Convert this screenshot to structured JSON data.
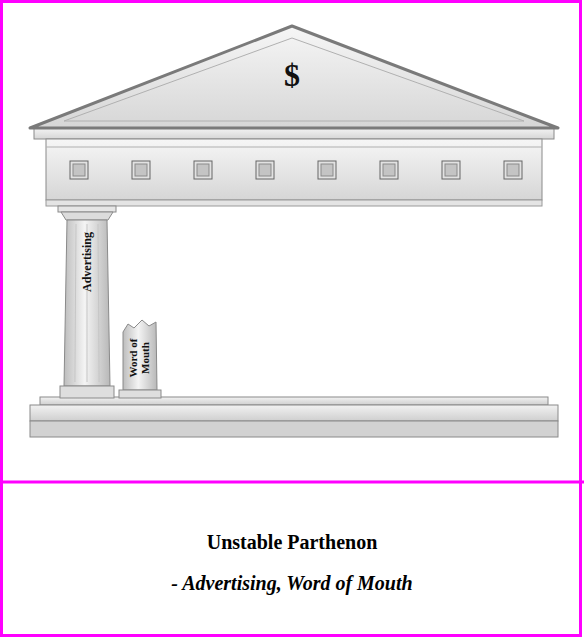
{
  "diagram": {
    "title": "Unstable Parthenon",
    "caption": "- Advertising, Word of Mouth",
    "nodes": [
      {
        "text": [
          "$"
        ]
      },
      {
        "text": [
          "Advertising"
        ]
      },
      {
        "text": [
          "Word of Mouth"
        ]
      }
    ]
  }
}
